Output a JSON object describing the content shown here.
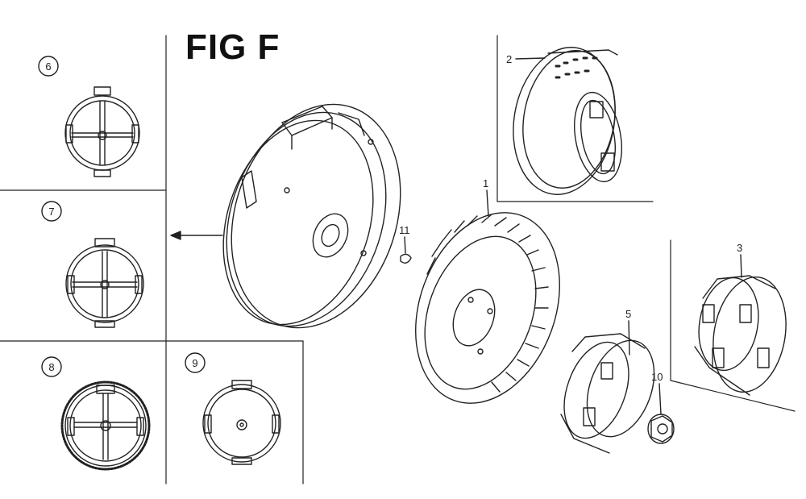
{
  "title": "FIG F",
  "callouts": {
    "c1": "1",
    "c2": "2",
    "c3": "3",
    "c5": "5",
    "c6": "6",
    "c7": "7",
    "c8": "8",
    "c9": "9",
    "c10": "10",
    "c11": "11"
  },
  "colors": {
    "line": "#222222",
    "background": "#ffffff"
  }
}
